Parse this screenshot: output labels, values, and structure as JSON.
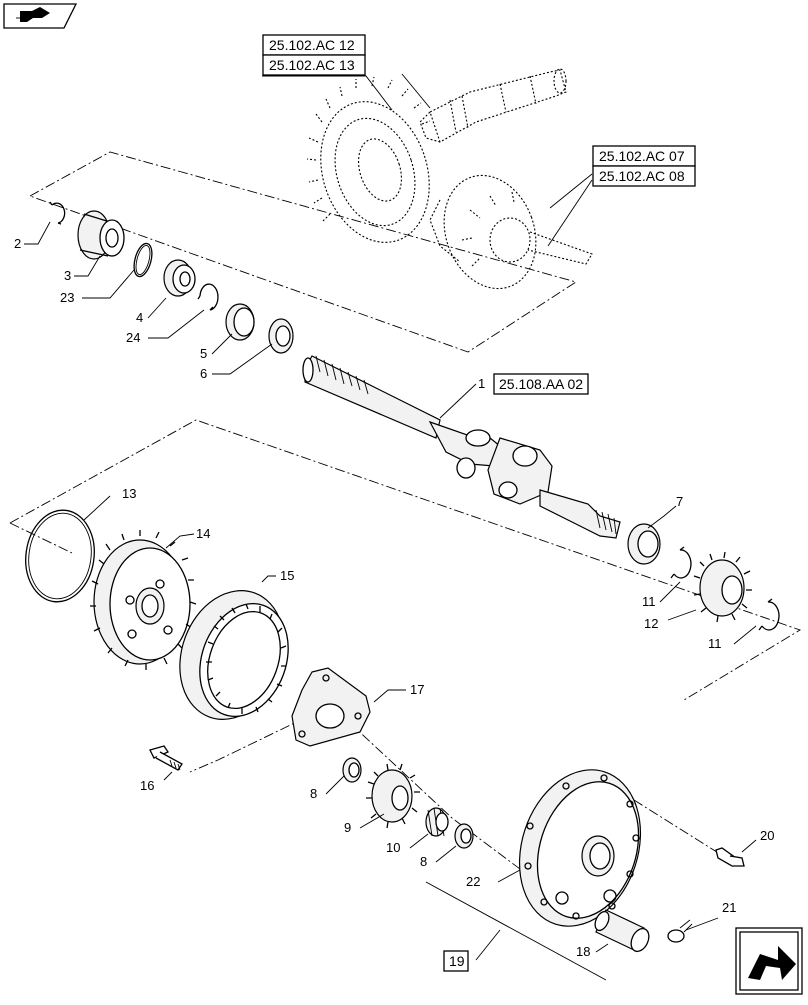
{
  "references": {
    "ring_pinion_a": "25.102.AC 12",
    "ring_pinion_b": "25.102.AC 13",
    "differential_a": "25.102.AC 07",
    "differential_b": "25.102.AC 08",
    "shaft_ref": "25.108.AA 02",
    "kit": "19"
  },
  "callouts": {
    "c1": "1",
    "c2": "2",
    "c3": "3",
    "c4": "4",
    "c5": "5",
    "c6": "6",
    "c7": "7",
    "c8a": "8",
    "c8b": "8",
    "c9": "9",
    "c10": "10",
    "c11a": "11",
    "c11b": "11",
    "c12": "12",
    "c13": "13",
    "c14": "14",
    "c15": "15",
    "c16": "16",
    "c17": "17",
    "c18": "18",
    "c20": "20",
    "c21": "21",
    "c22": "22",
    "c23": "23",
    "c24": "24"
  },
  "icons": {
    "top_left": "reference-link-icon",
    "bottom_right": "next-page-arrow-icon"
  }
}
